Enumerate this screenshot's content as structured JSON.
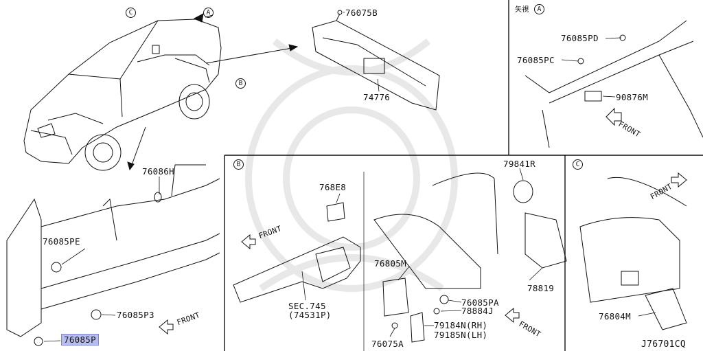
{
  "callouts": {
    "view_a": "A",
    "view_b": "B",
    "view_c": "C",
    "view_a_title": "矢視",
    "panel_b": "B",
    "panel_c": "C",
    "panel_a": "A"
  },
  "parts": {
    "p76075B": "76075B",
    "p74776": "74776",
    "p76086H": "76086H",
    "p76085PE": "76085PE",
    "p76085P3": "76085P3",
    "p76085P": "76085P",
    "p76085PD": "76085PD",
    "p76085PC": "76085PC",
    "p90876M": "90876M",
    "p768E8": "768E8",
    "sec745": "SEC.745",
    "sec745_sub": "(74531P)",
    "p79841R": "79841R",
    "p76805M": "76805M",
    "p78819": "78819",
    "p76085PA": "76085PA",
    "p78884J": "78884J",
    "p79184N": "79184N(RH)",
    "p79185N": "79185N(LH)",
    "p76075A": "76075A",
    "p76804M": "76804M"
  },
  "front_labels": {
    "front_a": "FRONT",
    "front_b": "FRONT",
    "front_sill": "FRONT",
    "front_fuel": "FRONT",
    "front_c": "FRONT"
  },
  "diagram_code": "J76701CQ",
  "colors": {
    "highlight": "#b7bdf0",
    "line": "#111111",
    "watermark": "#e9e9e9"
  }
}
